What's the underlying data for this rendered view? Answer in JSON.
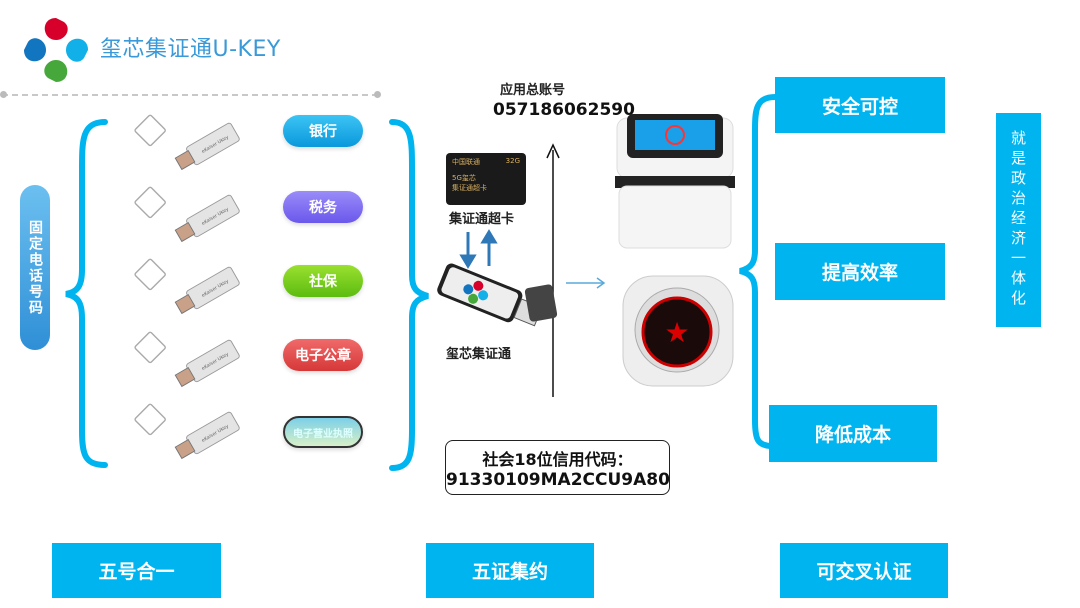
{
  "header": {
    "title": "玺芯集证通U-KEY"
  },
  "left": {
    "vertical_label": "固定电话号码",
    "pills": [
      {
        "label": "银行",
        "color": "#10a8e6"
      },
      {
        "label": "税务",
        "color": "#7b6cf0"
      },
      {
        "label": "社保",
        "color": "#6cc818"
      },
      {
        "label": "电子公章",
        "color": "#e04848"
      },
      {
        "label": "电子营业执照",
        "color": "#9ed8e8"
      }
    ]
  },
  "center": {
    "account_label": "应用总账号",
    "account_number": "057186062590",
    "sim_card_label": "集证通超卡",
    "sim_card_text": {
      "brand": "中国联通",
      "capacity": "32G",
      "line1": "5G玺芯",
      "line2": "集证通超卡"
    },
    "ukey_label": "玺芯集证通",
    "credit_code_label": "社会18位信用代码：",
    "credit_code": "91330109MA2CCU9A80"
  },
  "right": {
    "benefits": [
      "安全可控",
      "提高效率",
      "降低成本"
    ],
    "vertical_slogan": "就是政治经济一体化"
  },
  "bottom": [
    "五号合一",
    "五证集约",
    "可交叉认证"
  ],
  "colors": {
    "accent": "#00b4f0",
    "brace": "#00b4f0"
  }
}
